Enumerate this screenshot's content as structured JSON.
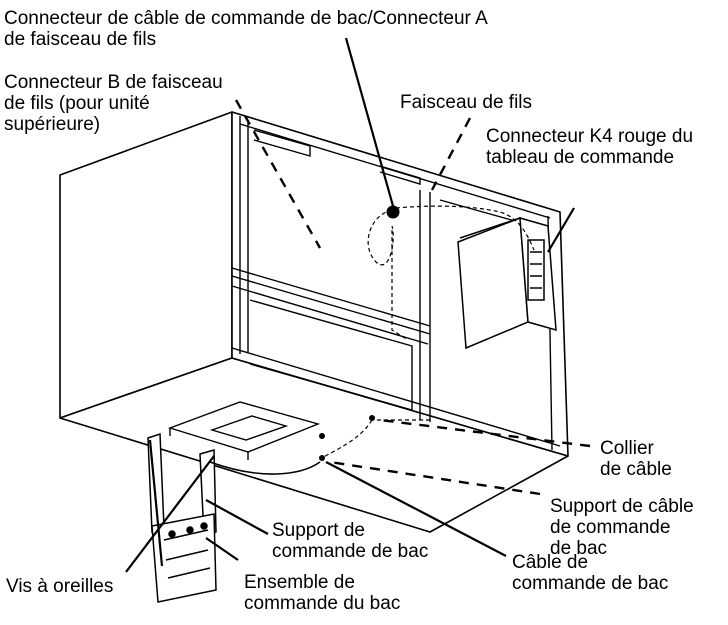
{
  "labels": {
    "tray_cable_connector": [
      "Connecteur de câble de commande de bac/Connecteur A",
      "de faisceau de fils"
    ],
    "harness_connector_b": [
      "Connecteur B de faisceau",
      "de fils (pour unité",
      "supérieure)"
    ],
    "wire_harness": [
      "Faisceau de fils"
    ],
    "k4_connector": [
      "Connecteur K4 rouge du",
      "tableau de commande"
    ],
    "cable_clamp": [
      "Collier",
      "de câble"
    ],
    "cable_support": [
      "Support de câble",
      "de commande",
      "de bac"
    ],
    "tray_control_support": [
      "Support de",
      "commande de bac"
    ],
    "thumb_screws": [
      "Vis à oreilles"
    ],
    "tray_control_assembly": [
      "Ensemble de",
      "commande du bac"
    ],
    "tray_control_cable": [
      "Câble de",
      "commande de bac"
    ]
  },
  "colors": {
    "line": "#000000",
    "fill": "#ffffff"
  }
}
